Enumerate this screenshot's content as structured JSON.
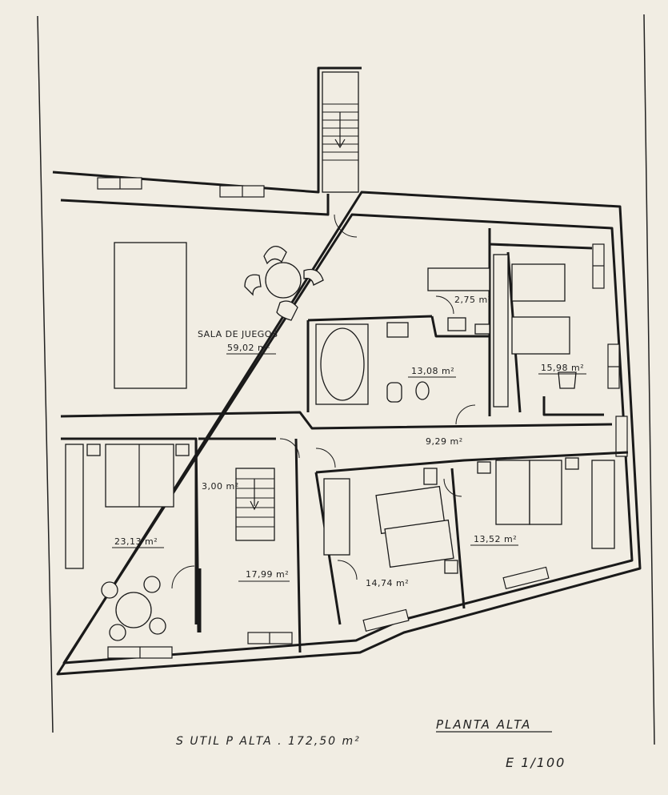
{
  "rooms": [
    {
      "id": "sala",
      "name": "SALA DE JUEGOS",
      "area": "59,02 m²"
    },
    {
      "id": "wc",
      "area": "2,75 m²"
    },
    {
      "id": "bano",
      "area": "13,08 m²"
    },
    {
      "id": "dorm-ne",
      "area": "15,98 m²"
    },
    {
      "id": "pasillo",
      "area": "9,29 m²"
    },
    {
      "id": "aseo",
      "area": "3,00 m²"
    },
    {
      "id": "dorm-sw",
      "area": "23,13 m²"
    },
    {
      "id": "hall",
      "area": "17,99 m²"
    },
    {
      "id": "dorm-s",
      "area": "14,74 m²"
    },
    {
      "id": "dorm-se",
      "area": "13,52 m²"
    }
  ],
  "footer": {
    "total": "S UTIL P ALTA . 172,50 m²",
    "title": "PLANTA ALTA",
    "scale": "E 1/100"
  }
}
